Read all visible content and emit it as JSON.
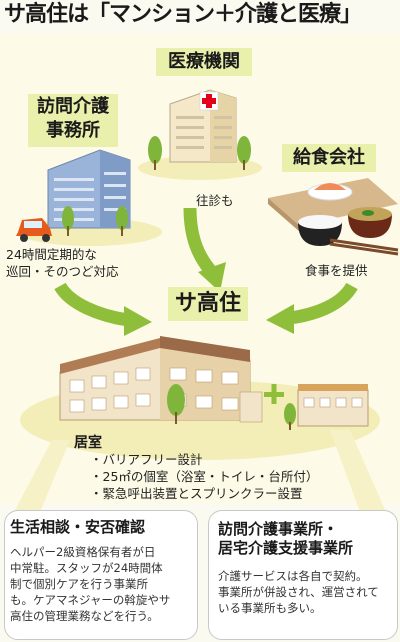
{
  "title": "サ高住は「マンション＋介護と医療」",
  "nodes": {
    "hospital": "医療機関",
    "visiting_care": [
      "訪問介護",
      "事務所"
    ],
    "catering": "給食会社",
    "sakoju": "サ高住"
  },
  "captions": {
    "visit": "往診も",
    "patrol": [
      "24時間定期的な",
      "巡回・そのつど対応"
    ],
    "meal": "食事を提供"
  },
  "home": {
    "title": "居室",
    "items": [
      "・バリアフリー設計",
      "・25㎡の個室（浴室・トイレ・台所付）",
      "・緊急呼出装置とスプリンクラー設置"
    ]
  },
  "life_box": {
    "title": "生活相談・安否確認",
    "body": [
      "ヘルパー2級資格保有者が日",
      "中常駐。スタッフが24時間体",
      "制で個別ケアを行う事業所",
      "も。ケアマネジャーの斡旋やサ",
      "高住の管理業務などを行う。"
    ]
  },
  "office_box": {
    "title": [
      "訪問介護事業所・",
      "居宅介護支援事業所"
    ],
    "body": [
      "介護サービスは各自で契約。",
      "事業所が併設され、運営されて",
      "いる事業所も多い。"
    ]
  },
  "colors": {
    "arrow": "#8fbf3a",
    "label_bg": "#e9f0ab",
    "ground": "#f6f1c6",
    "hospital_cross": "#e4001b"
  }
}
